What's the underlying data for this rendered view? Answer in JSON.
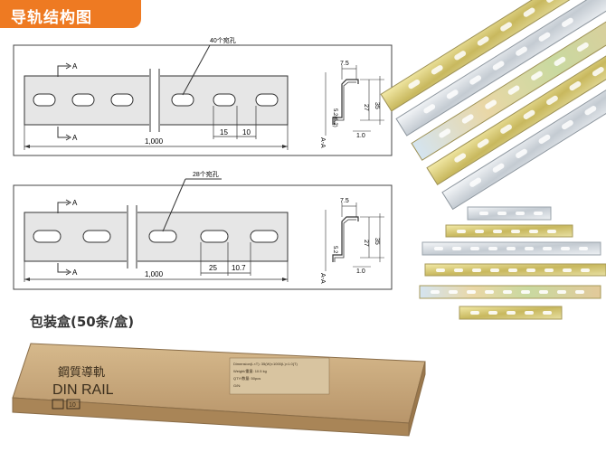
{
  "header": {
    "title": "导轨结构图"
  },
  "drawing1": {
    "hole_note": "40个宛孔",
    "section_marker": "A",
    "length": "1,000",
    "pitch": "15",
    "hole_width": "10",
    "section_label": "A-A",
    "dim_top": "7.5",
    "dim_inner": "27",
    "dim_outer": "35",
    "dim_slot": "5.2(6.2)",
    "dim_thickness": "1.0"
  },
  "drawing2": {
    "hole_note": "28个宛孔",
    "section_marker": "A",
    "length": "1,000",
    "pitch": "25",
    "hole_width": "10.7",
    "section_label": "A-A",
    "dim_top": "7.5",
    "dim_inner": "27",
    "dim_outer": "35",
    "dim_slot": "5.2",
    "dim_thickness": "1.0"
  },
  "package": {
    "title": "包装盒(50条/盒)",
    "brand_cn": "鋼質導軌",
    "brand_en": "DIN RAIL",
    "label_line1": "Dimension(L×T): 35(W)×1000(L)×1.0(T)",
    "label_line2": "Weight/重量: 10.5 kg",
    "label_line3": "QTY/数量: 50pcs",
    "label_line4": "G/N:",
    "qty_mark": "10"
  },
  "colors": {
    "accent": "#ee7a22",
    "box": "#c7a77a",
    "rail_gold": "#d6c06a",
    "rail_silver": "#d8dde2"
  }
}
